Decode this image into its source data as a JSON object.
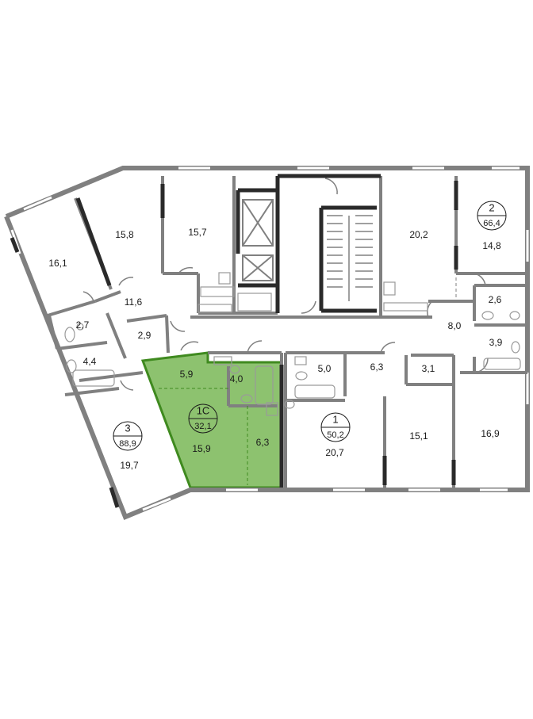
{
  "colors": {
    "wall": "#808080",
    "wall_dark": "#2a2a2a",
    "highlight_fill": "#8dc26f",
    "highlight_edge": "#3f8a1f",
    "window": "#ffffff",
    "fixture": "#9a9a9a"
  },
  "highlighted_apartment": {
    "number": "1С",
    "total_area": "32,1"
  },
  "apartments": [
    {
      "number": "1",
      "total_area": "50,2"
    },
    {
      "number": "2",
      "total_area": "66,4"
    },
    {
      "number": "3",
      "total_area": "88,9"
    }
  ],
  "room_areas": [
    "16,1",
    "15,8",
    "15,7",
    "11,6",
    "2,7",
    "4,4",
    "2,9",
    "19,7",
    "5,9",
    "4,0",
    "15,9",
    "6,3",
    "5,0",
    "6,3",
    "3,1",
    "20,7",
    "15,1",
    "16,9",
    "20,2",
    "14,8",
    "2,6",
    "3,9",
    "8,0"
  ]
}
